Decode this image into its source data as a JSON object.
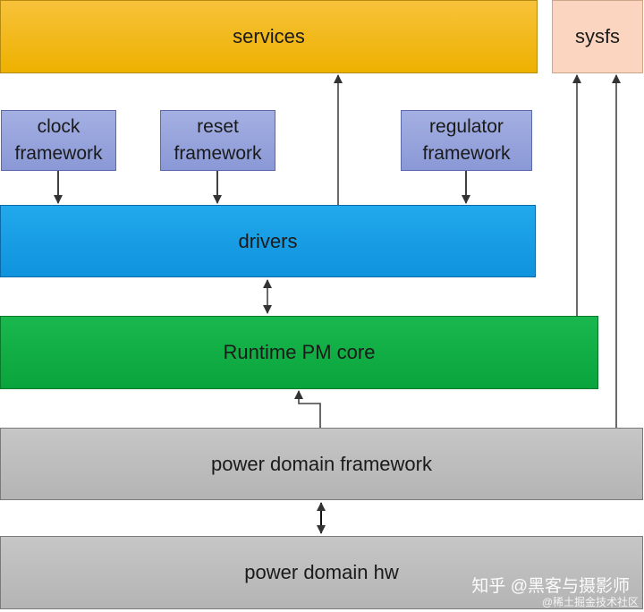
{
  "boxes": {
    "services": "services",
    "sysfs": "sysfs",
    "clock_framework": "clock framework",
    "reset_framework": "reset framework",
    "regulator_framework": "regulator framework",
    "drivers": "drivers",
    "runtime_pm_core": "Runtime PM core",
    "power_domain_framework": "power domain framework",
    "power_domain_hw": "power domain hw"
  },
  "colors": {
    "services": "#eeb100",
    "sysfs": "#fbd5bf",
    "framework": "#8a98d6",
    "drivers": "#0f93dd",
    "runtime_pm_core": "#0aa43c",
    "power_domain": "#bdbdbd",
    "arrow": "#444444"
  },
  "watermark": {
    "line1": "知乎 @黑客与摄影师",
    "line2": "@稀土掘金技术社区"
  }
}
